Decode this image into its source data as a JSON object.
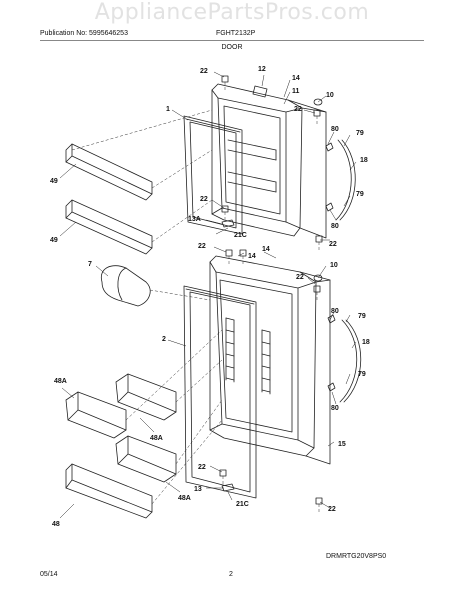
{
  "header": {
    "watermark": "AppliancePartsPros.com",
    "publication": "Publication No: 5995646253",
    "model": "FGHT2132P",
    "section": "DOOR"
  },
  "parts": {
    "p1": "1",
    "p2": "2",
    "p7": "7",
    "p10a": "10",
    "p10b": "10",
    "p11": "11",
    "p12": "12",
    "p13": "13",
    "p13a": "13A",
    "p14a": "14",
    "p14b": "14",
    "p14c": "14",
    "p15": "15",
    "p18a": "18",
    "p18b": "18",
    "p21ca": "21C",
    "p21cb": "21C",
    "p22a": "22",
    "p22b": "22",
    "p22c": "22",
    "p22d": "22",
    "p22e": "22",
    "p22f": "22",
    "p22g": "22",
    "p22h": "22",
    "p48": "48",
    "p48aa": "48A",
    "p48ab": "48A",
    "p48ac": "48A",
    "p49a": "49",
    "p49b": "49",
    "p79a": "79",
    "p79b": "79",
    "p79c": "79",
    "p79d": "79",
    "p80a": "80",
    "p80b": "80",
    "p80c": "80",
    "p80d": "80"
  },
  "footer": {
    "drawing_code": "DRMRTG20V8PS0",
    "date": "05/14",
    "page": "2"
  }
}
